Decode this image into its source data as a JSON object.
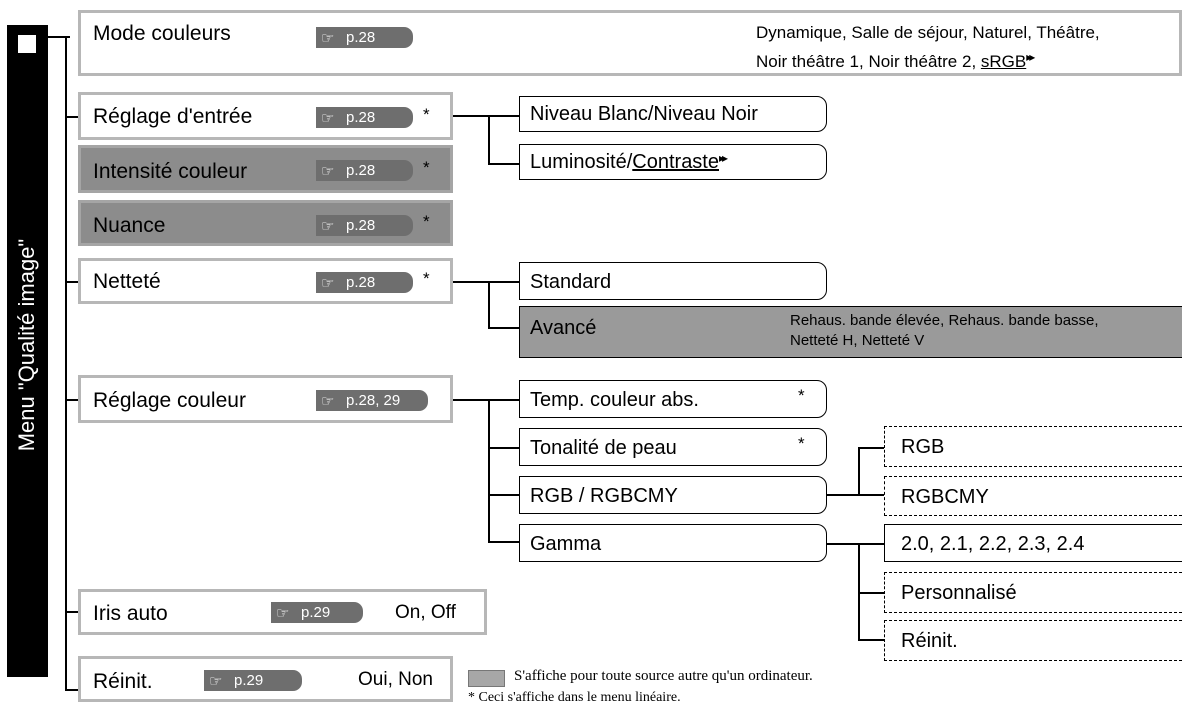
{
  "sidebar": {
    "title": "Menu \"Qualité image\""
  },
  "items": {
    "mode_couleurs": {
      "label": "Mode couleurs",
      "ref": "p.28",
      "options_line1": "Dynamique, Salle de séjour, Naturel, Théâtre,",
      "options_line2_pre": "Noir théâtre 1, Noir théâtre 2, ",
      "options_line2_link": "sRGB",
      "arrow": "▸▸"
    },
    "reglage_entree": {
      "label": "Réglage d'entrée",
      "ref": "p.28",
      "star": "*"
    },
    "intensite_couleur": {
      "label": "Intensité couleur",
      "ref": "p.28",
      "star": "*"
    },
    "nuance": {
      "label": "Nuance",
      "ref": "p.28",
      "star": "*"
    },
    "nettete": {
      "label": "Netteté",
      "ref": "p.28",
      "star": "*"
    },
    "reglage_couleur": {
      "label": "Réglage couleur",
      "ref": "p.28, 29"
    },
    "iris_auto": {
      "label": "Iris auto",
      "ref": "p.29",
      "values": "On, Off"
    },
    "reinit": {
      "label": "Réinit.",
      "ref": "p.29",
      "values": "Oui, Non"
    }
  },
  "sub": {
    "niveau": "Niveau Blanc/Niveau Noir",
    "luminosite_pre": "Luminosité/",
    "luminosite_link": "Contraste",
    "standard": "Standard",
    "avance": "Avancé",
    "avance_opts1": "Rehaus. bande élevée, Rehaus. bande basse,",
    "avance_opts2": "Netteté H, Netteté V",
    "temp": "Temp. couleur abs.",
    "tonalite": "Tonalité de peau",
    "rgb_rgbcmy": "RGB / RGBCMY",
    "gamma": "Gamma",
    "star": "*"
  },
  "sub2": {
    "rgb": "RGB",
    "rgbcmy": "RGBCMY",
    "gamma_values": "2.0, 2.1, 2.2, 2.3, 2.4",
    "personnalise": "Personnalisé",
    "reinit": "Réinit."
  },
  "legend": {
    "gray_note": "S'affiche pour toute source autre qu'un ordinateur.",
    "star_note": "* Ceci s'affiche dans le menu linéaire."
  },
  "colors": {
    "item_border": "#b7b7b7",
    "gray_fill": "#8c8c8c",
    "ref_badge": "#6e6e6e"
  },
  "icons": {
    "ref": "pointing-hand-icon",
    "arrow": "double-arrow-icon"
  }
}
